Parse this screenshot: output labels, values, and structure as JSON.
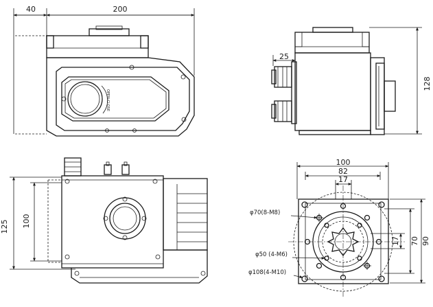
{
  "views": {
    "front": {
      "dim_top_left": "40",
      "dim_top_main": "200",
      "dial_text": "OPEN-CLOSE"
    },
    "side": {
      "dim_cable": "25",
      "dim_height": "128"
    },
    "bottom": {
      "dim_outer": "125",
      "dim_inner": "100"
    },
    "flange": {
      "dim_100": "100",
      "dim_82": "82",
      "dim_17_top": "17",
      "dim_17_side": "17",
      "dim_70": "70",
      "dim_90": "90",
      "label_f70": "φ70(8-M8)",
      "label_f50": "φ50 (4-M6)",
      "label_f108": "φ108(4-M10)"
    }
  }
}
